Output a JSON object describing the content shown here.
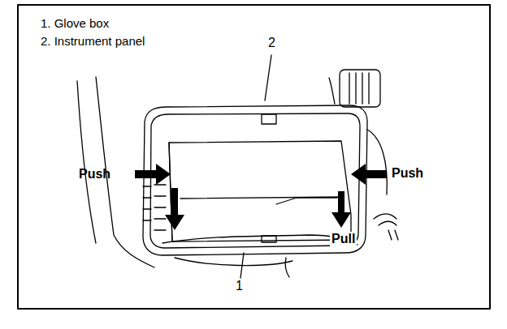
{
  "diagram": {
    "labels": [
      "1. Glove box",
      "2. Instrument panel",
      "2",
      "Push",
      "Push",
      "Pull",
      "1"
    ]
  }
}
